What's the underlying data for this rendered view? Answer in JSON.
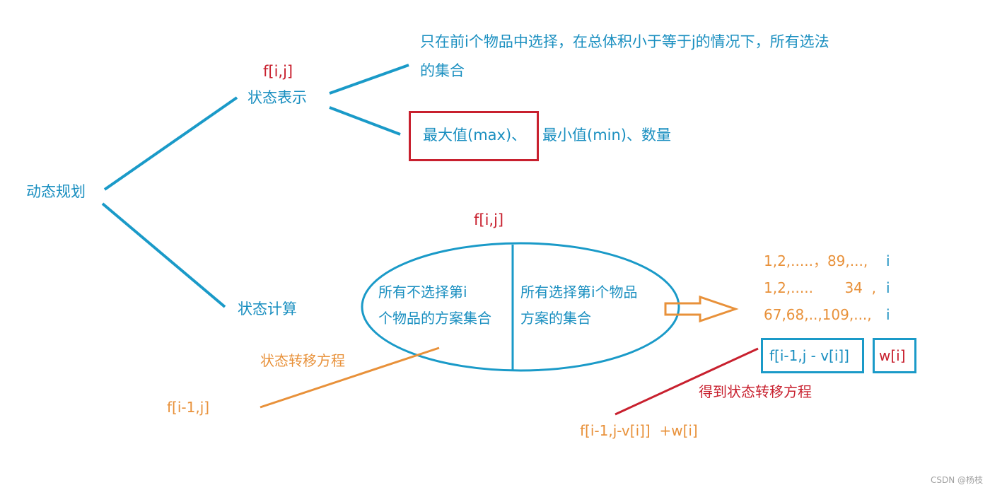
{
  "root": "动态规划",
  "state_repr": {
    "label": "状态表示",
    "notation": "f[i,j]",
    "set_line1": "只在前i个物品中选择，在总体积小于等于j的情况下，所有选法",
    "set_line2": "的集合",
    "attr_max": "最大值(max)、",
    "attr_rest": "最小值(min)、数量"
  },
  "state_calc": {
    "label": "状态计算",
    "notation": "f[i,j]",
    "left_part_line1": "所有不选择第i",
    "left_part_line2": "个物品的方案集合",
    "right_part_line1": "所有选择第i个物品",
    "right_part_line2": "方案的集合",
    "transfer_label": "状态转移方程",
    "left_formula": "f[i-1,j]"
  },
  "sequences": {
    "row1": "1,2,.....，89,...,",
    "row2": "1,2,.....       34  ,",
    "row3": "67,68,..,109,...,",
    "i_label": "i"
  },
  "decomp": {
    "part1": "f[i-1,j - v[i]]",
    "part2": "w[i]",
    "result_label": "得到状态转移方程",
    "result_formula": "f[i-1,j-v[i]]  +w[i]"
  },
  "watermark": "CSDN @杨枝",
  "colors": {
    "blue": "#1a8fc0",
    "red": "#c8202e",
    "orange": "#e8913a"
  }
}
